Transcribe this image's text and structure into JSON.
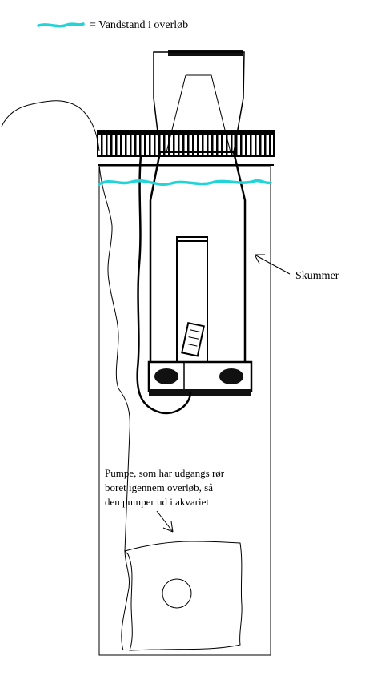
{
  "legend": {
    "text": "= Vandstand i overløb",
    "water_color": "#22d3d8"
  },
  "labels": {
    "skimmer": "Skummer",
    "pump_lines": [
      "Pumpe, som har udgangs rør",
      "boret igennem overløb, så",
      "den pumper ud i akvariet"
    ]
  },
  "colors": {
    "ink": "#000000",
    "dark_fill": "#111111",
    "water": "#22d3d8"
  }
}
